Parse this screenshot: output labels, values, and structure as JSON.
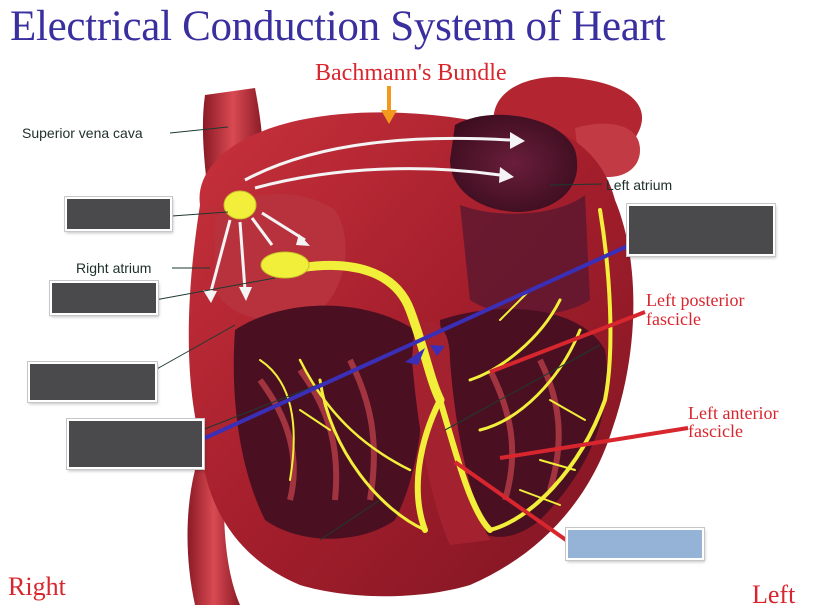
{
  "title": "Electrical Conduction System of Heart",
  "labels": {
    "bachmann": "Bachmann's Bundle",
    "superior_vena_cava": "Superior vena cava",
    "left_atrium": "Left atrium",
    "right_atrium": "Right atrium",
    "left_posterior_line1": "Left posterior",
    "left_posterior_line2": "fascicle",
    "left_anterior_line1": "Left anterior",
    "left_anterior_line2": "fascicle",
    "right": "Right",
    "left": "Left"
  },
  "answer_boxes": [
    {
      "id": "box-1",
      "fill": "#4a4a4d"
    },
    {
      "id": "box-2",
      "fill": "#4a4a4d"
    },
    {
      "id": "box-3",
      "fill": "#4a4a4d"
    },
    {
      "id": "box-4",
      "fill": "#4a4a4d"
    },
    {
      "id": "box-5",
      "fill": "#4a4a4d"
    },
    {
      "id": "box-6",
      "fill": "#95b3d7"
    }
  ],
  "colors": {
    "title": "#3a2f9e",
    "red_label": "#d8262e",
    "conduction": "#f2ef3b",
    "arrow_blue": "#3b2fb8",
    "arrow_orange": "#f39a1e"
  }
}
